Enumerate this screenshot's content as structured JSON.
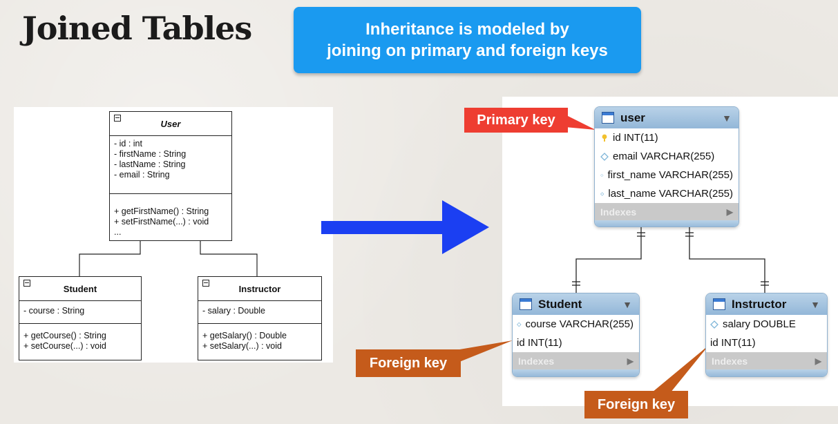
{
  "title": "Joined Tables",
  "banner": {
    "line1": "Inheritance is modeled by",
    "line2": "joining on primary and foreign keys"
  },
  "colors": {
    "banner": "#1a9af0",
    "arrow": "#1b3ff2",
    "primary_key_callout": "#ee3d31",
    "foreign_key_callout": "#c55b1b",
    "table_header": "#93b7d8",
    "key_icon": "#f2c12e",
    "column_icon": "#7fb6d8"
  },
  "uml": {
    "user": {
      "name": "User",
      "attributes": [
        "- id : int",
        "- firstName : String",
        "- lastName : String",
        "- email : String"
      ],
      "methods": [
        "+ getFirstName() : String",
        "+ setFirstName(...) : void",
        "..."
      ]
    },
    "student": {
      "name": "Student",
      "attributes": [
        "- course : String"
      ],
      "methods": [
        "+ getCourse() : String",
        "+ setCourse(...) : void"
      ]
    },
    "instructor": {
      "name": "Instructor",
      "attributes": [
        "- salary : Double"
      ],
      "methods": [
        "+ getSalary() : Double",
        "+ setSalary(...) : void"
      ]
    }
  },
  "db": {
    "user": {
      "name": "user",
      "columns": [
        {
          "text": "id INT(11)",
          "icon": "key-icon"
        },
        {
          "text": "email VARCHAR(255)",
          "icon": "diamond-icon"
        },
        {
          "text": "first_name VARCHAR(255)",
          "icon": "diamond-icon"
        },
        {
          "text": "last_name VARCHAR(255)",
          "icon": "diamond-icon"
        }
      ],
      "indexes_label": "Indexes"
    },
    "student": {
      "name": "Student",
      "columns": [
        {
          "text": "course VARCHAR(255)",
          "icon": "diamond-icon"
        },
        {
          "text": "id INT(11)",
          "icon": "none"
        }
      ],
      "indexes_label": "Indexes"
    },
    "instructor": {
      "name": "Instructor",
      "columns": [
        {
          "text": "salary DOUBLE",
          "icon": "diamond-icon"
        },
        {
          "text": "id INT(11)",
          "icon": "none"
        }
      ],
      "indexes_label": "Indexes"
    }
  },
  "callouts": {
    "primary_key": "Primary key",
    "foreign_key_student": "Foreign key",
    "foreign_key_instructor": "Foreign key"
  }
}
